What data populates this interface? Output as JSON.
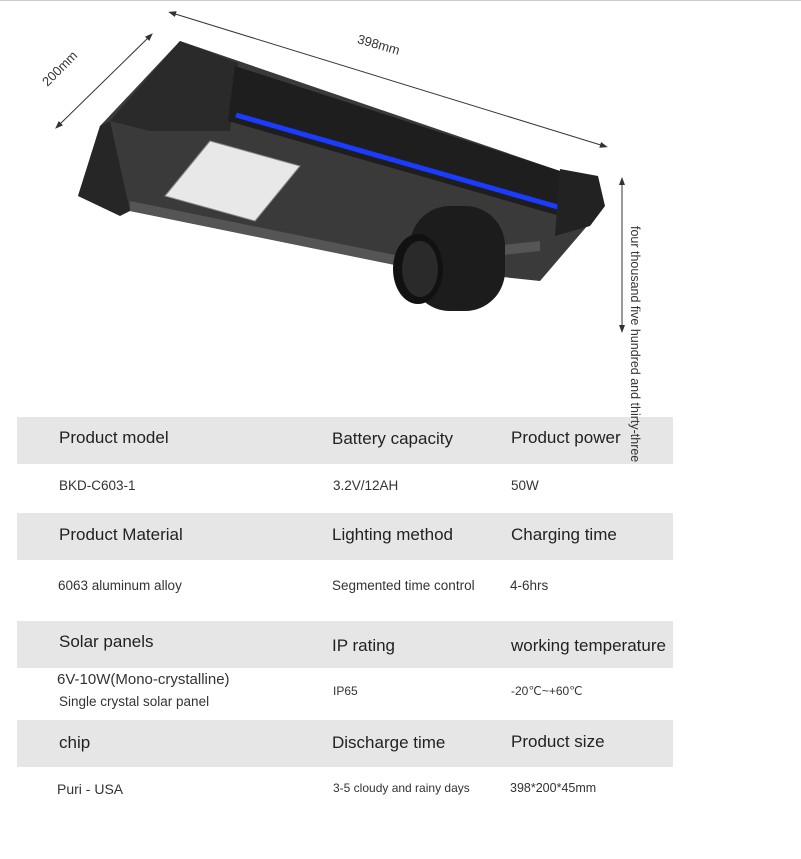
{
  "dimensions": {
    "length": "398mm",
    "width": "200mm",
    "height": "four thousand five hundred and thirty-three"
  },
  "colors": {
    "led_strip": "#1a3cff",
    "body": "#2b2b2b",
    "band": "#e6e6e6"
  },
  "specs": [
    {
      "headers": [
        "Product model",
        "Battery capacity",
        "Product power"
      ],
      "values": [
        "BKD-C603-1",
        "3.2V/12AH",
        "50W"
      ]
    },
    {
      "headers": [
        "Product Material",
        "Lighting method",
        "Charging time"
      ],
      "values": [
        "6063 aluminum alloy",
        "Segmented time control",
        "4-6hrs"
      ]
    },
    {
      "headers": [
        "Solar panels",
        "IP rating",
        "working temperature"
      ],
      "values": [
        "6V-10W(Mono-crystalline)",
        "IP65",
        "-20℃~+60℃"
      ],
      "extra": "Single crystal solar panel"
    },
    {
      "headers": [
        "chip",
        "Discharge time",
        "Product size"
      ],
      "values": [
        "Puri - USA",
        "3-5 cloudy and rainy days",
        "398*200*45mm"
      ]
    }
  ]
}
